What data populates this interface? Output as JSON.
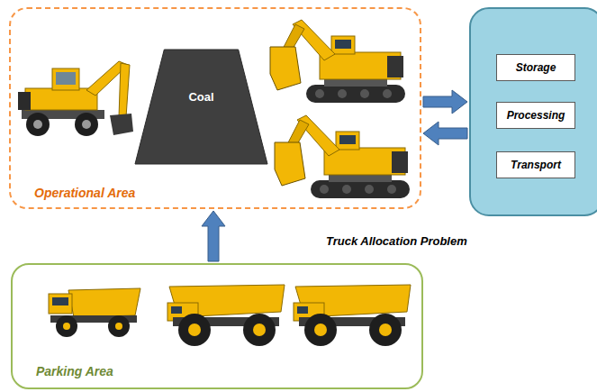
{
  "diagram": {
    "nodes": [
      {
        "text": [
          "Operational Area"
        ]
      },
      {
        "text": [
          "Coal"
        ],
        "in": 0
      },
      {
        "text": []
      },
      {
        "text": [
          "Storage"
        ],
        "in": 2
      },
      {
        "text": [
          "Processing"
        ],
        "in": 2
      },
      {
        "text": [
          "Transport"
        ],
        "in": 2
      },
      {
        "text": [
          "Parking Area"
        ]
      }
    ],
    "edges": [
      {
        "from": 0,
        "to": 2,
        "arrow": "to"
      },
      {
        "from": 2,
        "to": 0,
        "arrow": "to"
      },
      {
        "from": 6,
        "to": 0,
        "arrow": "to"
      }
    ],
    "labels": [
      "Truck Allocation Problem"
    ]
  }
}
